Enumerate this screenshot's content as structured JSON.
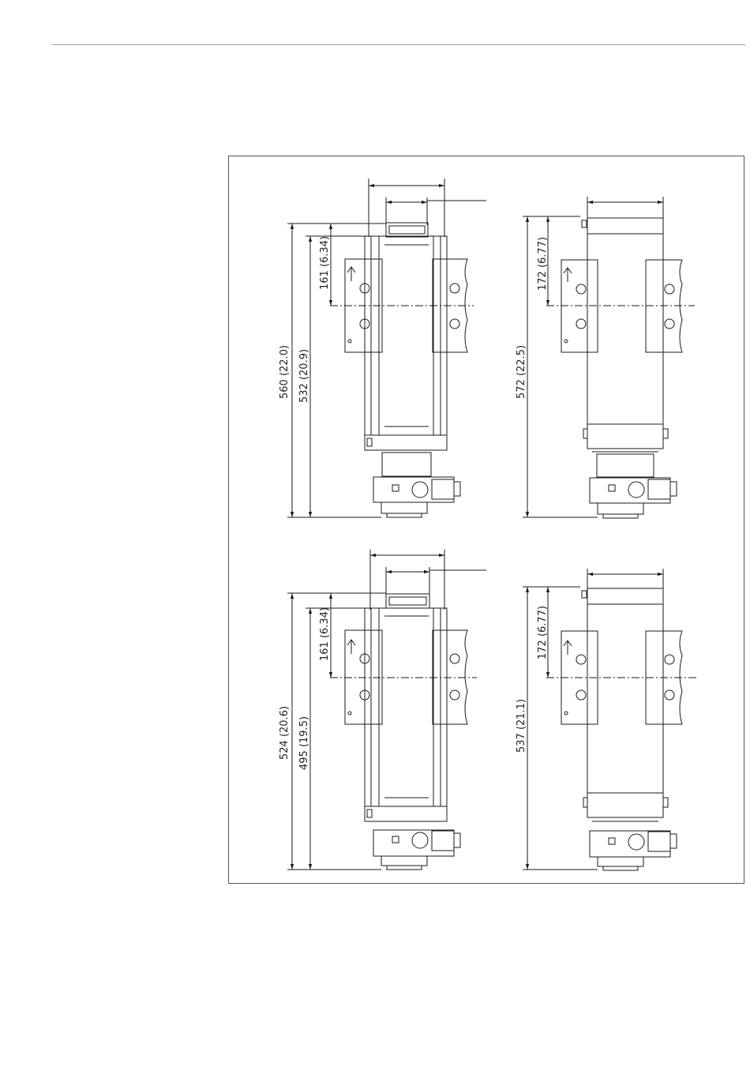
{
  "dimensions": {
    "top_left": {
      "overall": "560 (22.0)",
      "body": "532 (20.9)",
      "axis": "161 (6.34)"
    },
    "top_right": {
      "overall": "572 (22.5)",
      "axis": "172  (6.77)"
    },
    "bottom_left": {
      "overall": "524 (20.6)",
      "body": "495 (19.5)",
      "axis": "161 (6.34)"
    },
    "bottom_right": {
      "overall": "537 (21.1)",
      "axis": "172  (6.77)"
    }
  },
  "colors": {
    "line": "#1a1a1a",
    "frame": "#555555",
    "rule": "#9a9a9a"
  }
}
